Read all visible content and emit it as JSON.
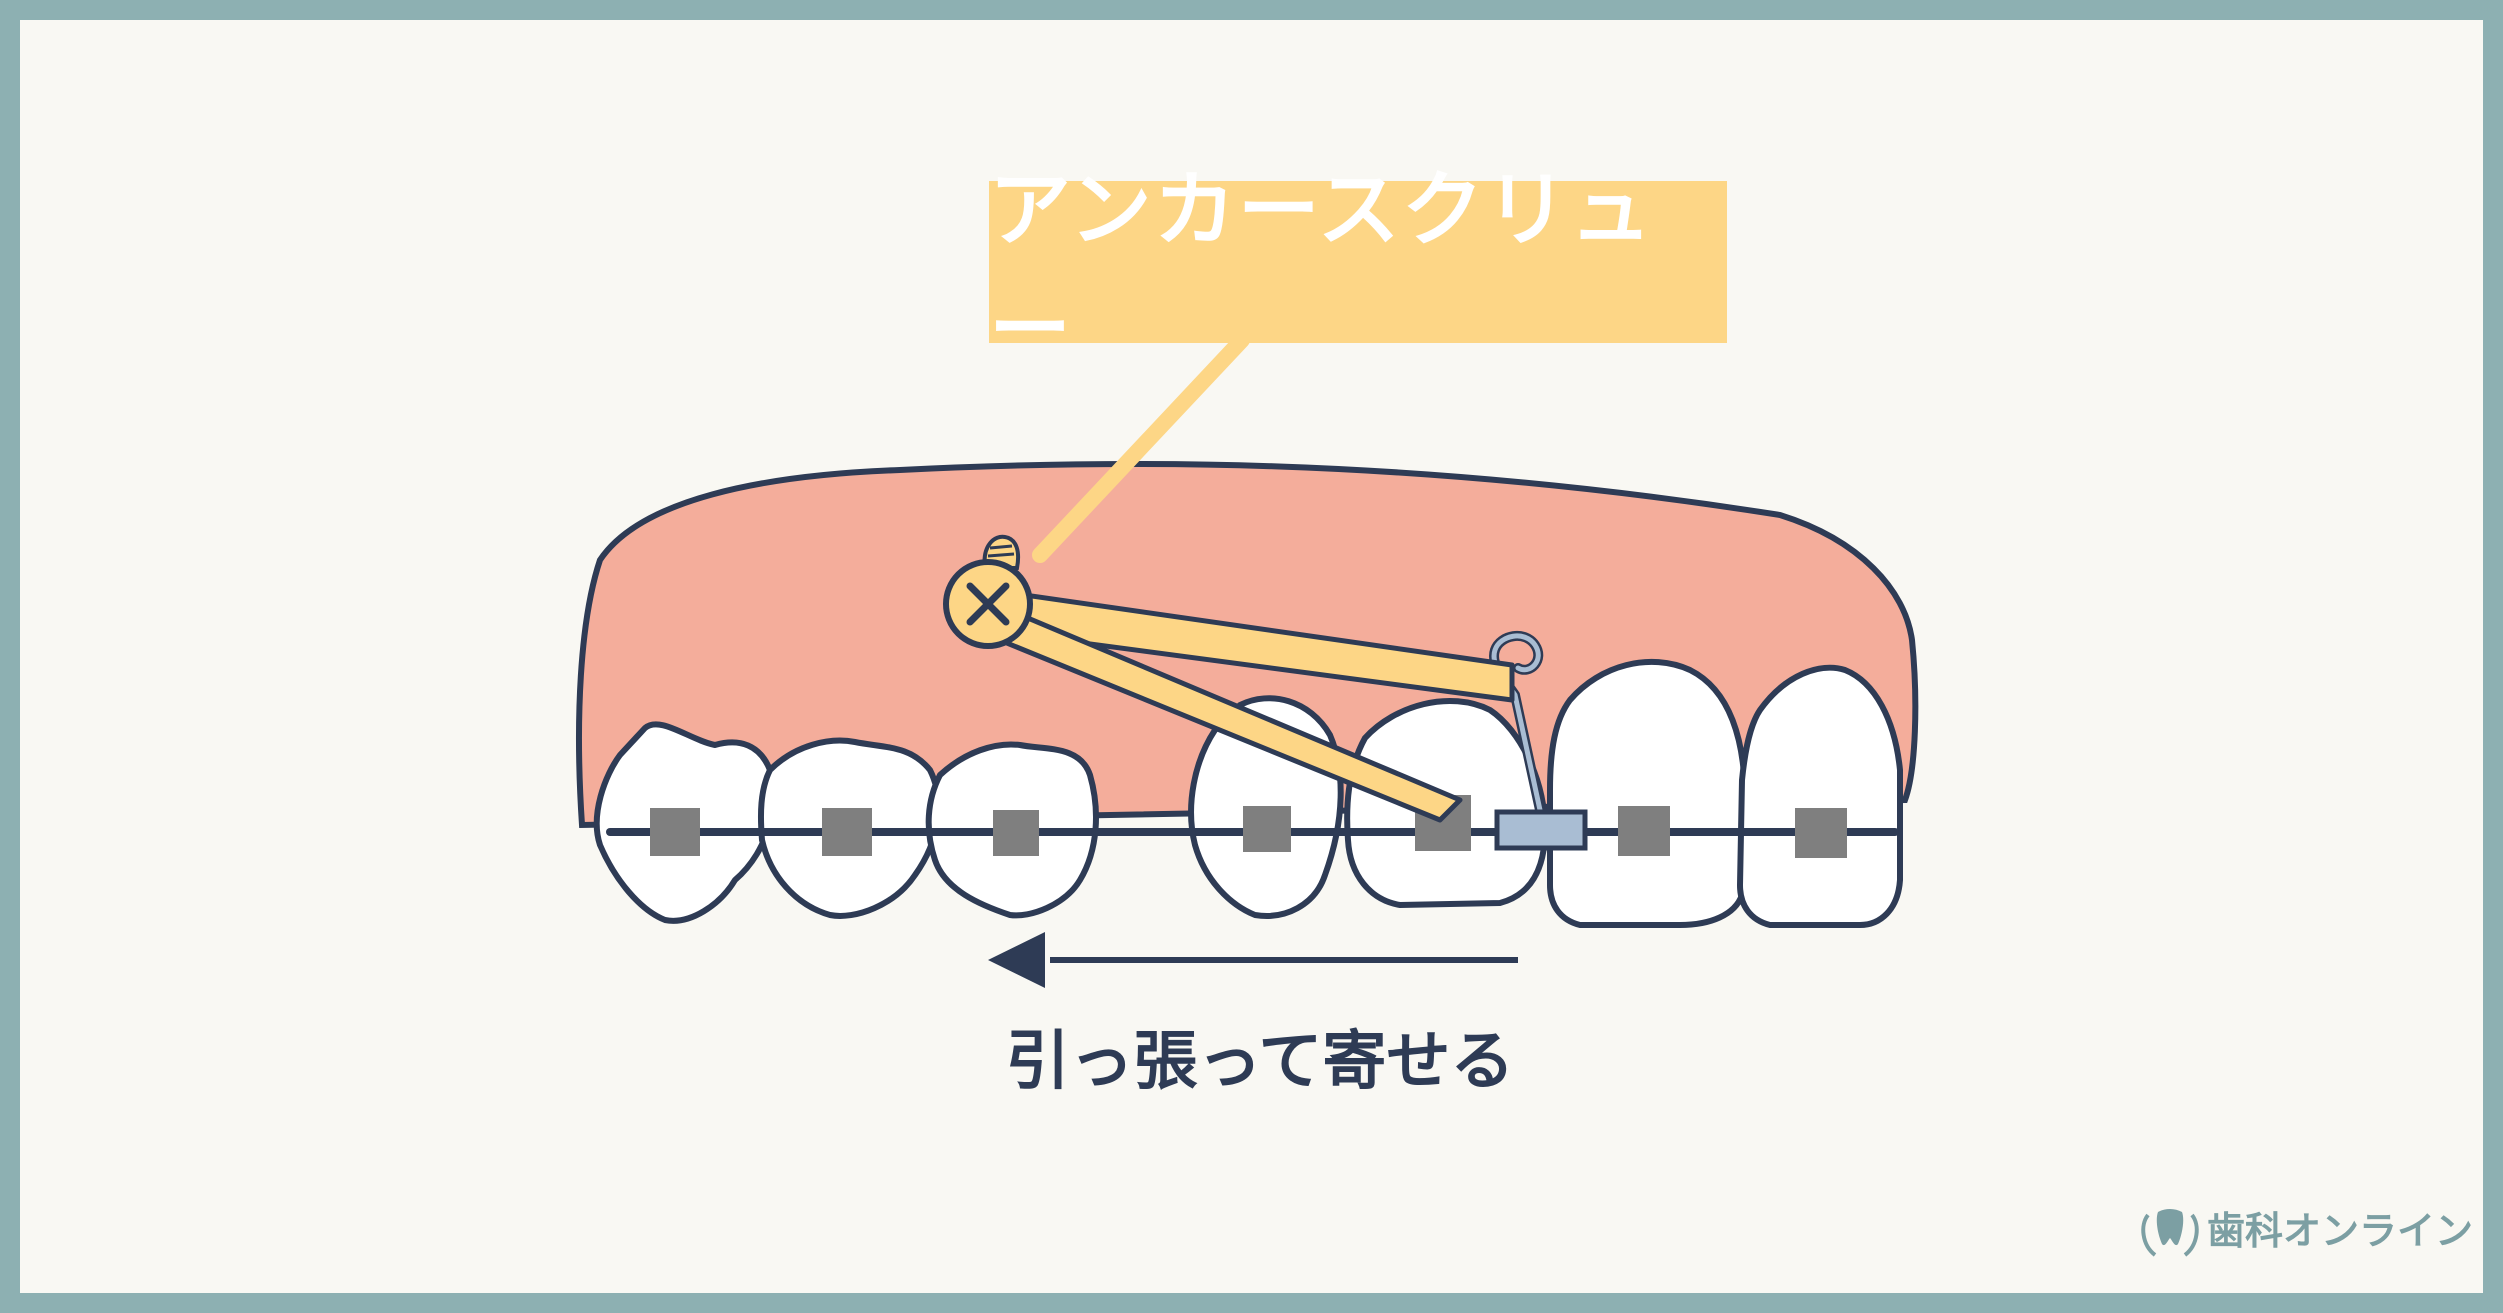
{
  "diagram": {
    "label": "アンカースクリュー",
    "caption": "引っ張って寄せる"
  },
  "logo": {
    "text": "歯科オンライン",
    "icon": "tooth-laurel-icon"
  },
  "colors": {
    "frame": "#8db0b2",
    "background": "#f9f8f3",
    "gum": "#f4ad9b",
    "outline": "#2e3b55",
    "accent_yellow": "#fdd686",
    "bracket": "#7f7f7f",
    "hook_blue": "#a9bdd3"
  }
}
